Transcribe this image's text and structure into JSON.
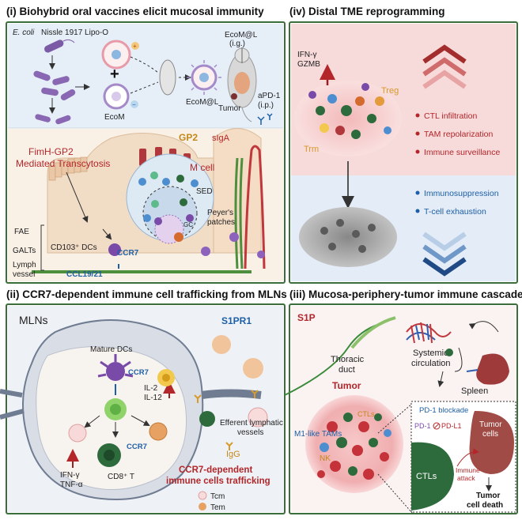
{
  "panels": {
    "i": {
      "title": "(i) Biohybrid oral vaccines elicit mucosal immunity",
      "strain": "E. coli",
      "strain_rest": "Nissle 1917 Lipo-O",
      "ecom": "EcoM",
      "ecoml": "EcoM@L",
      "ecoml_ig": "EcoM@L",
      "ig": "(i.g.)",
      "apd1": "aPD-1",
      "ip": "(i.p.)",
      "tumor": "Tumor",
      "fimh1": "FimH-GP2",
      "fimh2": "Mediated Transcytosis",
      "gp2": "GP2",
      "siga": "sIgA",
      "mcell": "M cell",
      "sed": "SED",
      "gc": "GC",
      "peyers1": "Peyer's",
      "peyers2": "patches",
      "fae": "FAE",
      "galts": "GALTs",
      "lymph1": "Lymph",
      "lymph2": "vessel",
      "cd103": "CD103⁺ DCs",
      "ccr7": "CCR7",
      "ccl": "CCL19/21"
    },
    "iv": {
      "title": "(iv)  Distal TME reprogramming",
      "ifn": "IFN-γ",
      "gzmb": "GZMB",
      "treg": "Treg",
      "trm": "Trm",
      "up": [
        "CTL infiltration",
        "TAM repolarization",
        "Immune surveillance"
      ],
      "down": [
        "Immunosuppression",
        "T-cell exhaustion"
      ]
    },
    "ii": {
      "title": "(ii)  CCR7-dependent immune cell trafficking from MLNs",
      "mlns": "MLNs",
      "s1pr1": "S1PR1",
      "mature": "Mature DCs",
      "ccr7a": "CCR7",
      "il2": "IL-2",
      "il12": "IL-12",
      "ccr7b": "CCR7",
      "ifn": "IFN-γ",
      "tnf": "TNF-α",
      "cd8": "CD8⁺ T",
      "efferent1": "Efferent lymphatic",
      "efferent2": "vessels",
      "igg": "IgG",
      "traffic1": "CCR7-dependent",
      "traffic2": "immune cells trafficking",
      "tcm": "Tcm",
      "tem": "Tem"
    },
    "iii": {
      "title": "(iii)  Mucosa-periphery-tumor immune cascade",
      "s1p": "S1P",
      "thoracic1": "Thoracic",
      "thoracic2": "duct",
      "systemic1": "Systemic",
      "systemic2": "circulation",
      "spleen": "Spleen",
      "tumor": "Tumor",
      "ctls_small": "CTLs",
      "m1": "M1-like TAMs",
      "nk": "NK",
      "blockade": "PD-1 blockade",
      "pd1": "PD-1",
      "pdl1": "PD-L1",
      "tumorcells1": "Tumor",
      "tumorcells2": "cells",
      "ctls": "CTLs",
      "attack1": "Immune",
      "attack2": "attack",
      "death1": "Tumor",
      "death2": "cell death"
    }
  },
  "colors": {
    "frame": "#3c6e3c",
    "dark_red": "#b3262a",
    "blue": "#1d5fa6",
    "tme_pink": "#f7dada",
    "tme_blue": "#e3ecf7",
    "ln_fill": "#d9dde6",
    "tumor_red": "#c6323a"
  },
  "icons": [
    "bacteria-icon",
    "vesicle-icon",
    "mouse-icon",
    "dendritic-cell-icon",
    "t-cell-icon",
    "antibody-icon",
    "spleen-icon",
    "blood-vessel-icon",
    "chevron-up-icon",
    "chevron-down-icon"
  ]
}
